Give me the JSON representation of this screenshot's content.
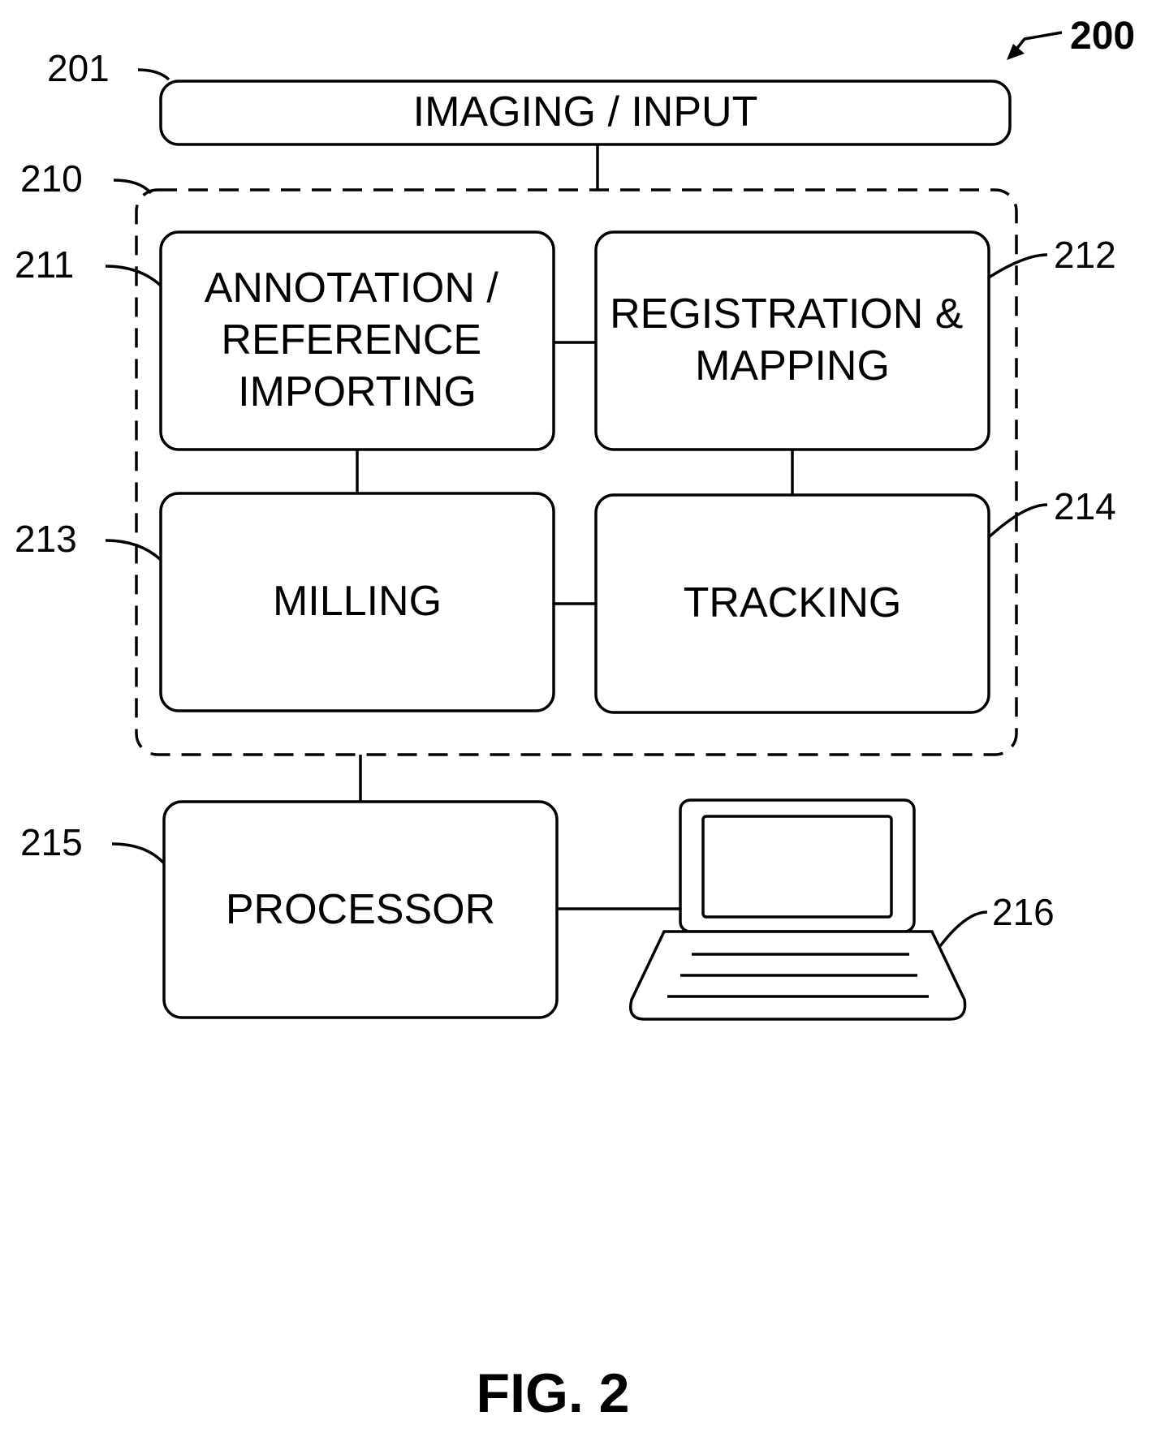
{
  "figure": {
    "label": "FIG. 2",
    "ref_number": "200"
  },
  "imaging_input": {
    "ref": "201",
    "label": "IMAGING / INPUT"
  },
  "system_group": {
    "ref": "210"
  },
  "annotation": {
    "ref": "211",
    "lines": [
      "ANNOTATION /",
      "REFERENCE",
      "IMPORTING"
    ]
  },
  "registration": {
    "ref": "212",
    "lines": [
      "REGISTRATION &",
      "MAPPING"
    ]
  },
  "milling": {
    "ref": "213",
    "label": "MILLING"
  },
  "tracking": {
    "ref": "214",
    "label": "TRACKING"
  },
  "processor": {
    "ref": "215",
    "label": "PROCESSOR"
  },
  "laptop": {
    "ref": "216",
    "icon": "laptop-icon"
  },
  "colors": {
    "line": "#000000",
    "background": "#ffffff"
  }
}
